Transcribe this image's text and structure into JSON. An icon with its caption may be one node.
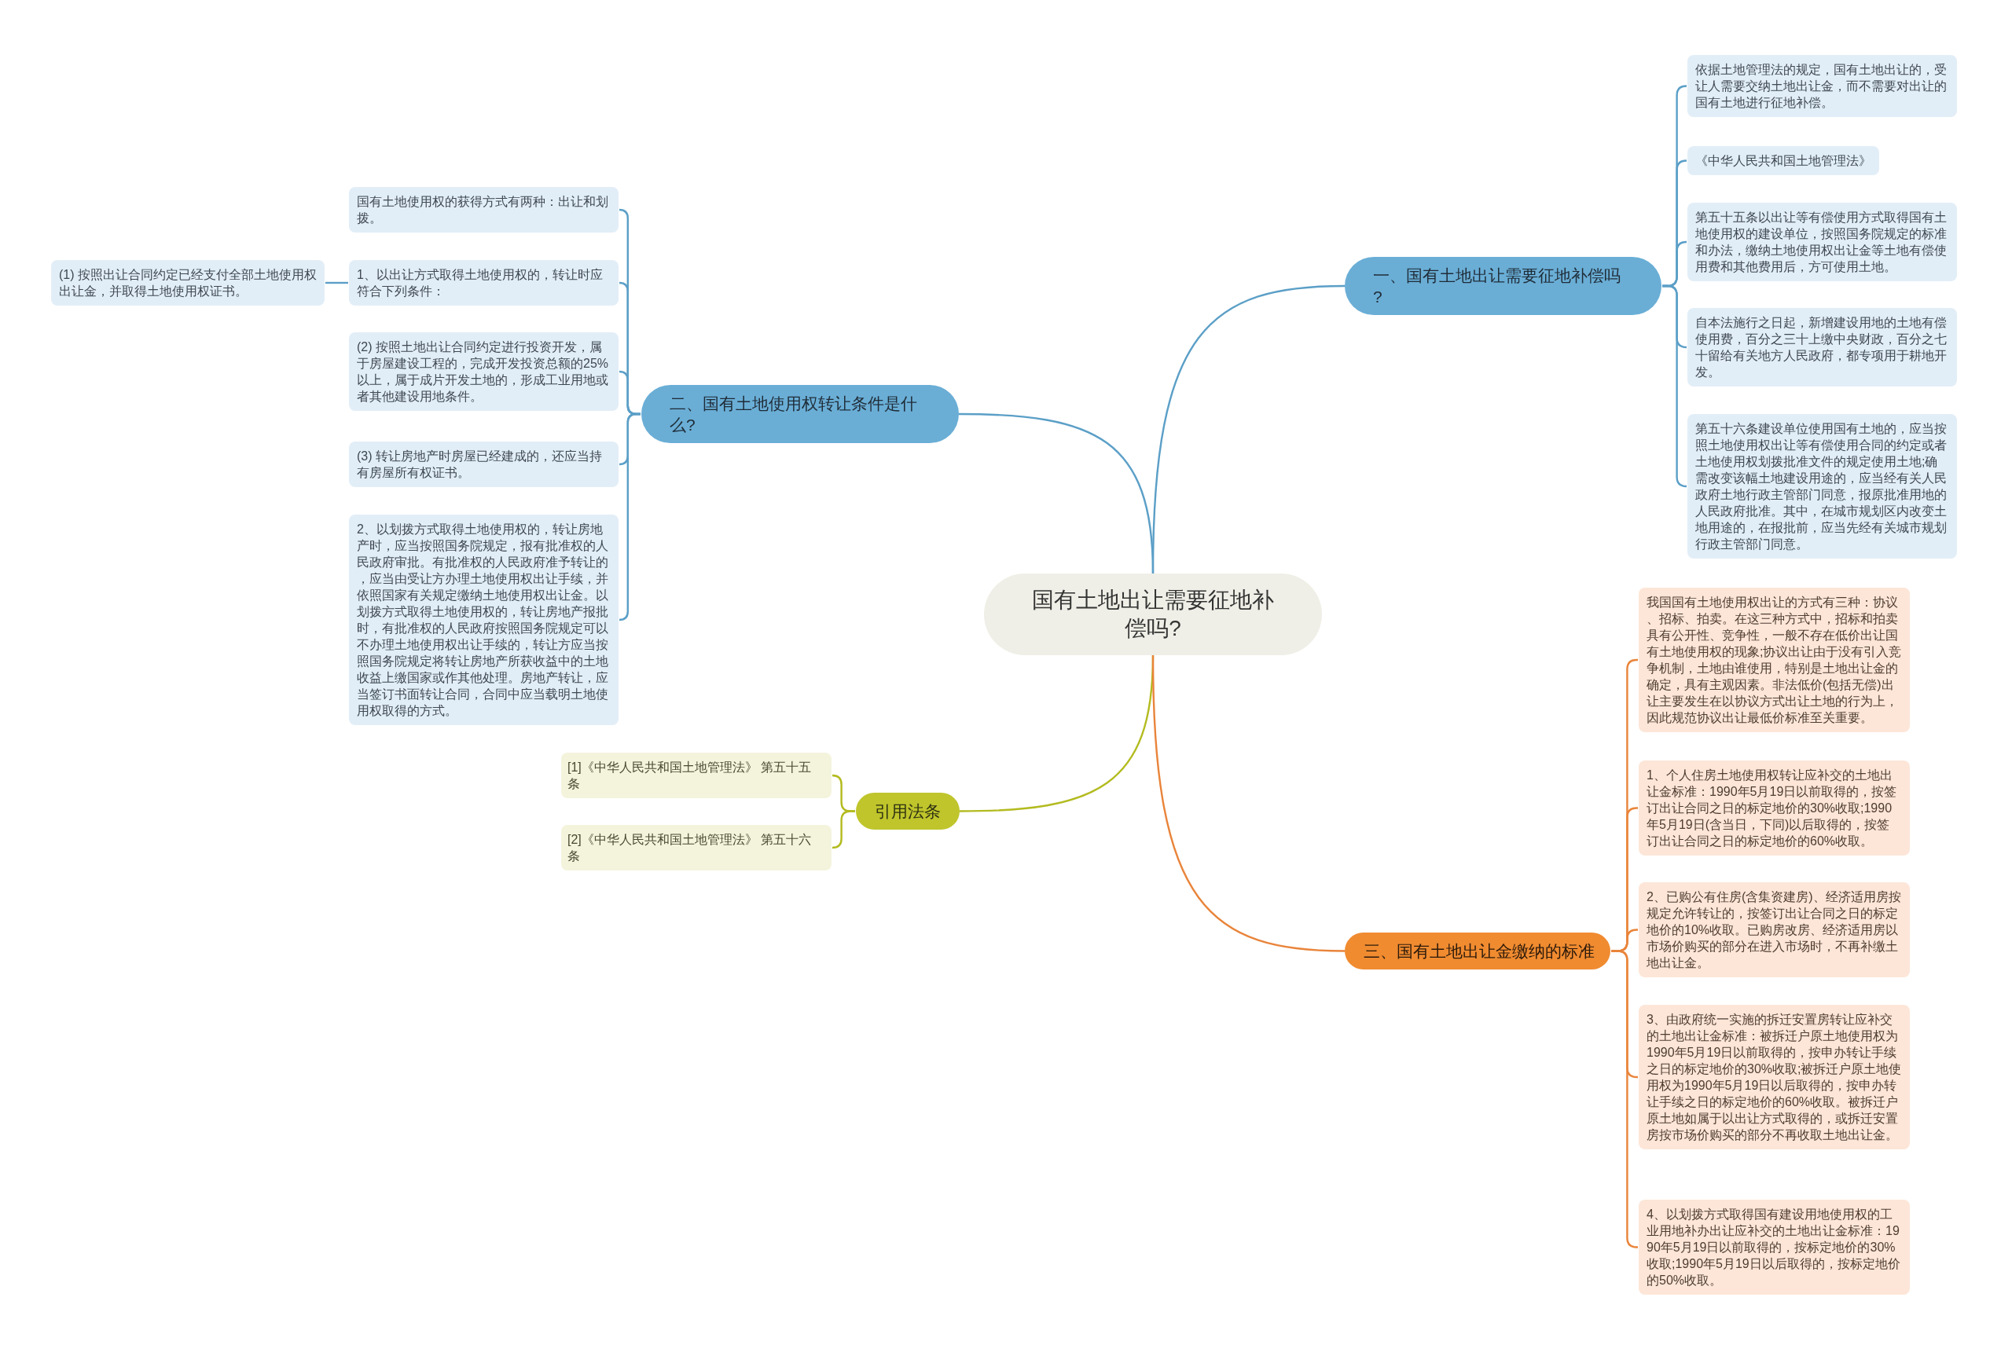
{
  "diagram": {
    "nodes": [
      {
        "text": [
          "国有土地出让需要征地补偿吗?"
        ]
      },
      {
        "text": [
          "一、国有土地出让需要征地补偿吗?"
        ]
      },
      {
        "text": [
          "依据土地管理法的规定，国有土地出让的，受让人需要交纳土地出让金，而不需要对出让的国有土地进行征地补偿。"
        ]
      },
      {
        "text": [
          "《中华人民共和国土地管理法》"
        ]
      },
      {
        "text": [
          "第五十五条以出让等有偿使用方式取得国有土地使用权的建设单位，按照国务院规定的标准和办法，缴纳土地使用权出让金等土地有偿使用费和其他费用后，方可使用土地。"
        ]
      },
      {
        "text": [
          "自本法施行之日起，新增建设用地的土地有偿使用费，百分之三十上缴中央财政，百分之七十留给有关地方人民政府，都专项用于耕地开发。"
        ]
      },
      {
        "text": [
          "第五十六条建设单位使用国有土地的，应当按照土地使用权出让等有偿使用合同的约定或者土地使用权划拨批准文件的规定使用土地;确需改变该幅土地建设用途的，应当经有关人民政府土地行政主管部门同意，报原批准用地的人民政府批准。其中，在城市规划区内改变土地用途的，在报批前，应当先经有关城市规划行政主管部门同意。"
        ]
      },
      {
        "text": [
          "二、国有土地使用权转让条件是什么?"
        ]
      },
      {
        "text": [
          "国有土地使用权的获得方式有两种：出让和划拨。"
        ]
      },
      {
        "text": [
          "1、以出让方式取得土地使用权的，转让时应符合下列条件："
        ]
      },
      {
        "text": [
          "(1) 按照出让合同约定已经支付全部土地使用权出让金，并取得土地使用权证书。"
        ]
      },
      {
        "text": [
          "(2) 按照土地出让合同约定进行投资开发，属于房屋建设工程的，完成开发投资总额的25%以上，属于成片开发土地的，形成工业用地或者其他建设用地条件。"
        ]
      },
      {
        "text": [
          "(3) 转让房地产时房屋已经建成的，还应当持有房屋所有权证书。"
        ]
      },
      {
        "text": [
          "2、以划拨方式取得土地使用权的，转让房地产时，应当按照国务院规定，报有批准权的人民政府审批。有批准权的人民政府准予转让的，应当由受让方办理土地使用权出让手续，并依照国家有关规定缴纳土地使用权出让金。以划拨方式取得土地使用权的，转让房地产报批时，有批准权的人民政府按照国务院规定可以不办理土地使用权出让手续的，转让方应当按照国务院规定将转让房地产所获收益中的土地收益上缴国家或作其他处理。房地产转让，应当签订书面转让合同，合同中应当载明土地使用权取得的方式。"
        ]
      },
      {
        "text": [
          "引用法条"
        ]
      },
      {
        "text": [
          "[1]《中华人民共和国土地管理法》 第五十五条"
        ]
      },
      {
        "text": [
          "[2]《中华人民共和国土地管理法》 第五十六条"
        ]
      },
      {
        "text": [
          "三、国有土地出让金缴纳的标准"
        ]
      },
      {
        "text": [
          "我国国有土地使用权出让的方式有三种：协议、招标、拍卖。在这三种方式中，招标和拍卖具有公开性、竞争性，一般不存在低价出让国有土地使用权的现象;协议出让由于没有引入竞争机制，土地由谁使用，特别是土地出让金的确定，具有主观因素。非法低价(包括无偿)出让主要发生在以协议方式出让土地的行为上，因此规范协议出让最低价标准至关重要。"
        ]
      },
      {
        "text": [
          "1、个人住房土地使用权转让应补交的土地出让金标准：1990年5月19日以前取得的，按签订出让合同之日的标定地价的30%收取;1990年5月19日(含当日，下同)以后取得的，按签订出让合同之日的标定地价的60%收取。"
        ]
      },
      {
        "text": [
          "2、已购公有住房(含集资建房)、经济适用房按规定允许转让的，按签订出让合同之日的标定地价的10%收取。已购房改房、经济适用房以市场价购买的部分在进入市场时，不再补缴土地出让金。"
        ]
      },
      {
        "text": [
          "3、由政府统一实施的拆迁安置房转让应补交的土地出让金标准：被拆迁户原土地使用权为1990年5月19日以前取得的，按申办转让手续之日的标定地价的30%收取;被拆迁户原土地使用权为1990年5月19日以后取得的，按申办转让手续之日的标定地价的60%收取。被拆迁户原土地如属于以出让方式取得的，或拆迁安置房按市场价购买的部分不再收取土地出让金。"
        ]
      },
      {
        "text": [
          "4、以划拨方式取得国有建设用地使用权的工业用地补办出让应补交的土地出让金标准：1990年5月19日以前取得的，按标定地价的30%收取;1990年5月19日以后取得的，按标定地价的50%收取。"
        ]
      }
    ],
    "edges": [
      {
        "from": 0,
        "to": 1,
        "arrow": "none"
      },
      {
        "from": 1,
        "to": 2,
        "arrow": "none"
      },
      {
        "from": 1,
        "to": 3,
        "arrow": "none"
      },
      {
        "from": 1,
        "to": 4,
        "arrow": "none"
      },
      {
        "from": 1,
        "to": 5,
        "arrow": "none"
      },
      {
        "from": 1,
        "to": 6,
        "arrow": "none"
      },
      {
        "from": 0,
        "to": 7,
        "arrow": "none"
      },
      {
        "from": 7,
        "to": 8,
        "arrow": "none"
      },
      {
        "from": 7,
        "to": 9,
        "arrow": "none"
      },
      {
        "from": 9,
        "to": 10,
        "arrow": "none"
      },
      {
        "from": 7,
        "to": 11,
        "arrow": "none"
      },
      {
        "from": 7,
        "to": 12,
        "arrow": "none"
      },
      {
        "from": 7,
        "to": 13,
        "arrow": "none"
      },
      {
        "from": 0,
        "to": 14,
        "arrow": "none",
        "color": "#b3bb1f"
      },
      {
        "from": 14,
        "to": 15,
        "arrow": "none",
        "color": "#b3bb1f"
      },
      {
        "from": 14,
        "to": 16,
        "arrow": "none",
        "color": "#b3bb1f"
      },
      {
        "from": 0,
        "to": 17,
        "arrow": "none",
        "color": "#e9843a"
      },
      {
        "from": 17,
        "to": 18,
        "arrow": "none",
        "color": "#e9843a"
      },
      {
        "from": 17,
        "to": 19,
        "arrow": "none",
        "color": "#e9843a"
      },
      {
        "from": 17,
        "to": 20,
        "arrow": "none",
        "color": "#e9843a"
      },
      {
        "from": 17,
        "to": 21,
        "arrow": "none",
        "color": "#e9843a"
      },
      {
        "from": 17,
        "to": 22,
        "arrow": "none",
        "color": "#e9843a"
      }
    ]
  }
}
